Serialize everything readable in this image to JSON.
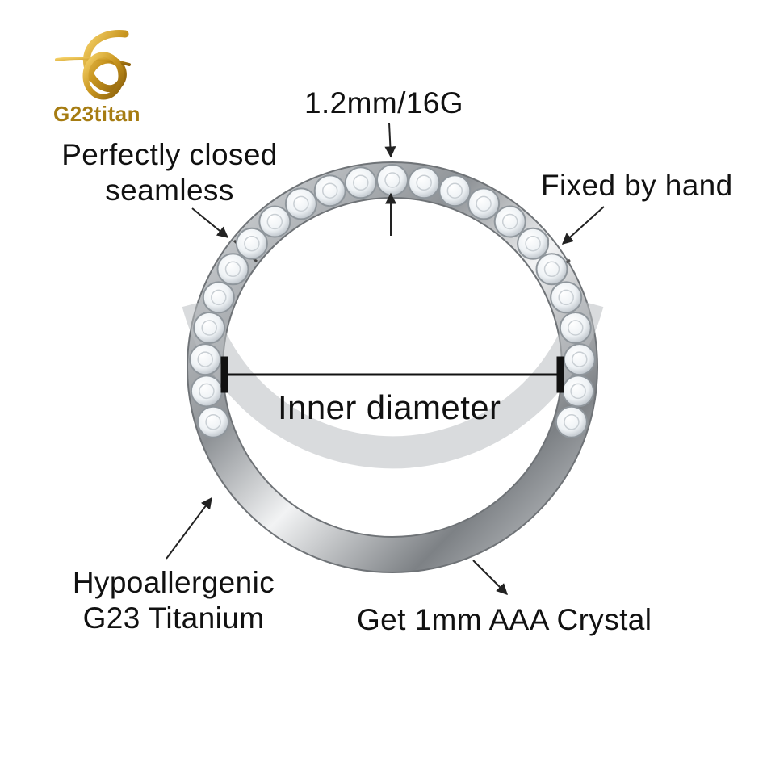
{
  "brand": {
    "name": "G23titan",
    "logo_icon": "gold-swoosh-logo-icon",
    "color": "#a67c12"
  },
  "labels": {
    "gauge": "1.2mm/16G",
    "seamless_line1": "Perfectly closed",
    "seamless_line2": "seamless",
    "hinge": "Fixed by hand",
    "inner_diameter": "Inner diameter",
    "material_line1": "Hypoallergenic",
    "material_line2": "G23 Titanium",
    "crystal": "Get 1mm AAA Crystal"
  },
  "product": {
    "name": "ring",
    "metal_color": "#9a9ea2",
    "crystal_color": "#f4f7fa",
    "crystal_count": 23
  }
}
